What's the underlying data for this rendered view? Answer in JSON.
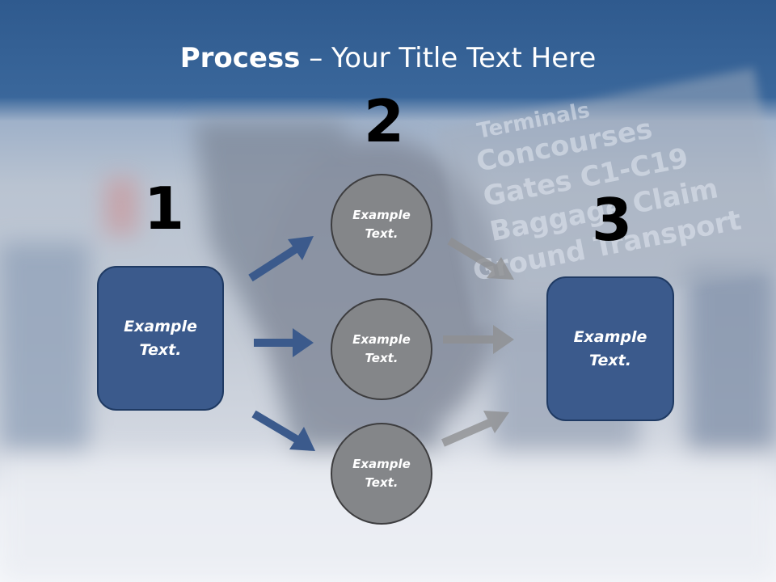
{
  "title": {
    "bold": "Process",
    "rest": " – Your Title Text Here"
  },
  "background_sign": [
    "Terminals",
    "Concourses",
    "Gates  C1-C19",
    "Baggage Claim",
    "Ground Transport"
  ],
  "steps": {
    "one": {
      "number": "1",
      "label": "Example Text."
    },
    "two": {
      "number": "2",
      "circles": [
        {
          "label": "Example Text."
        },
        {
          "label": "Example Text."
        },
        {
          "label": "Example Text."
        }
      ]
    },
    "three": {
      "number": "3",
      "label": "Example Text."
    }
  },
  "colors": {
    "box_fill": "#3b5a8c",
    "circle_fill": "#848689",
    "arrow_blue": "#3b5a8c",
    "arrow_gray": "#8f9092"
  }
}
